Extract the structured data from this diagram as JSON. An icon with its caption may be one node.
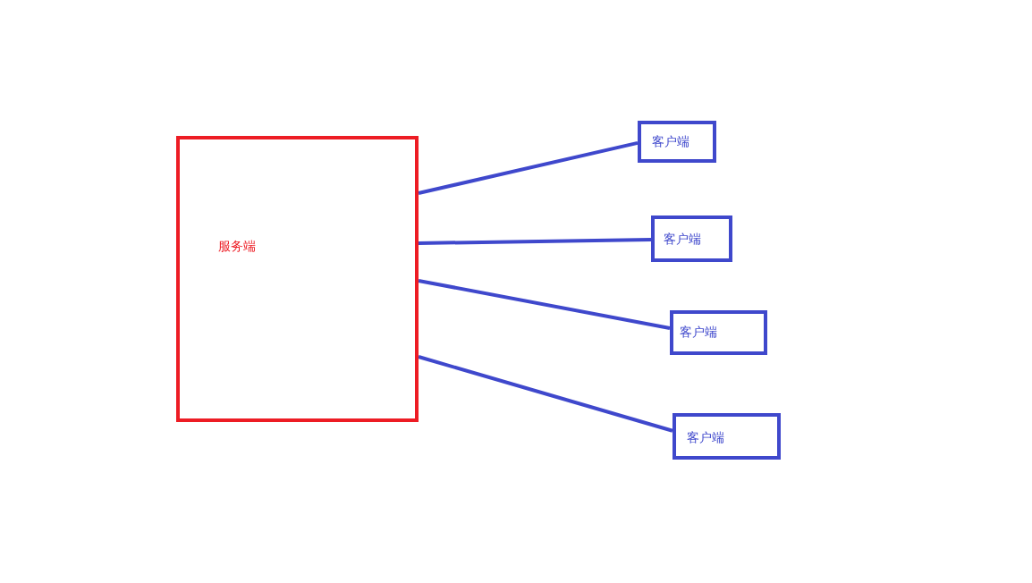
{
  "diagram": {
    "nodes": [
      {
        "text": [
          "服务端"
        ]
      },
      {
        "text": [
          "客户端"
        ]
      },
      {
        "text": [
          "客户端"
        ]
      },
      {
        "text": [
          "客户端"
        ]
      },
      {
        "text": [
          "客户端"
        ]
      }
    ],
    "edges": [
      {
        "from": 0,
        "to": 1,
        "arrow": "none"
      },
      {
        "from": 0,
        "to": 2,
        "arrow": "none"
      },
      {
        "from": 0,
        "to": 3,
        "arrow": "none"
      },
      {
        "from": 0,
        "to": 4,
        "arrow": "none"
      }
    ]
  }
}
